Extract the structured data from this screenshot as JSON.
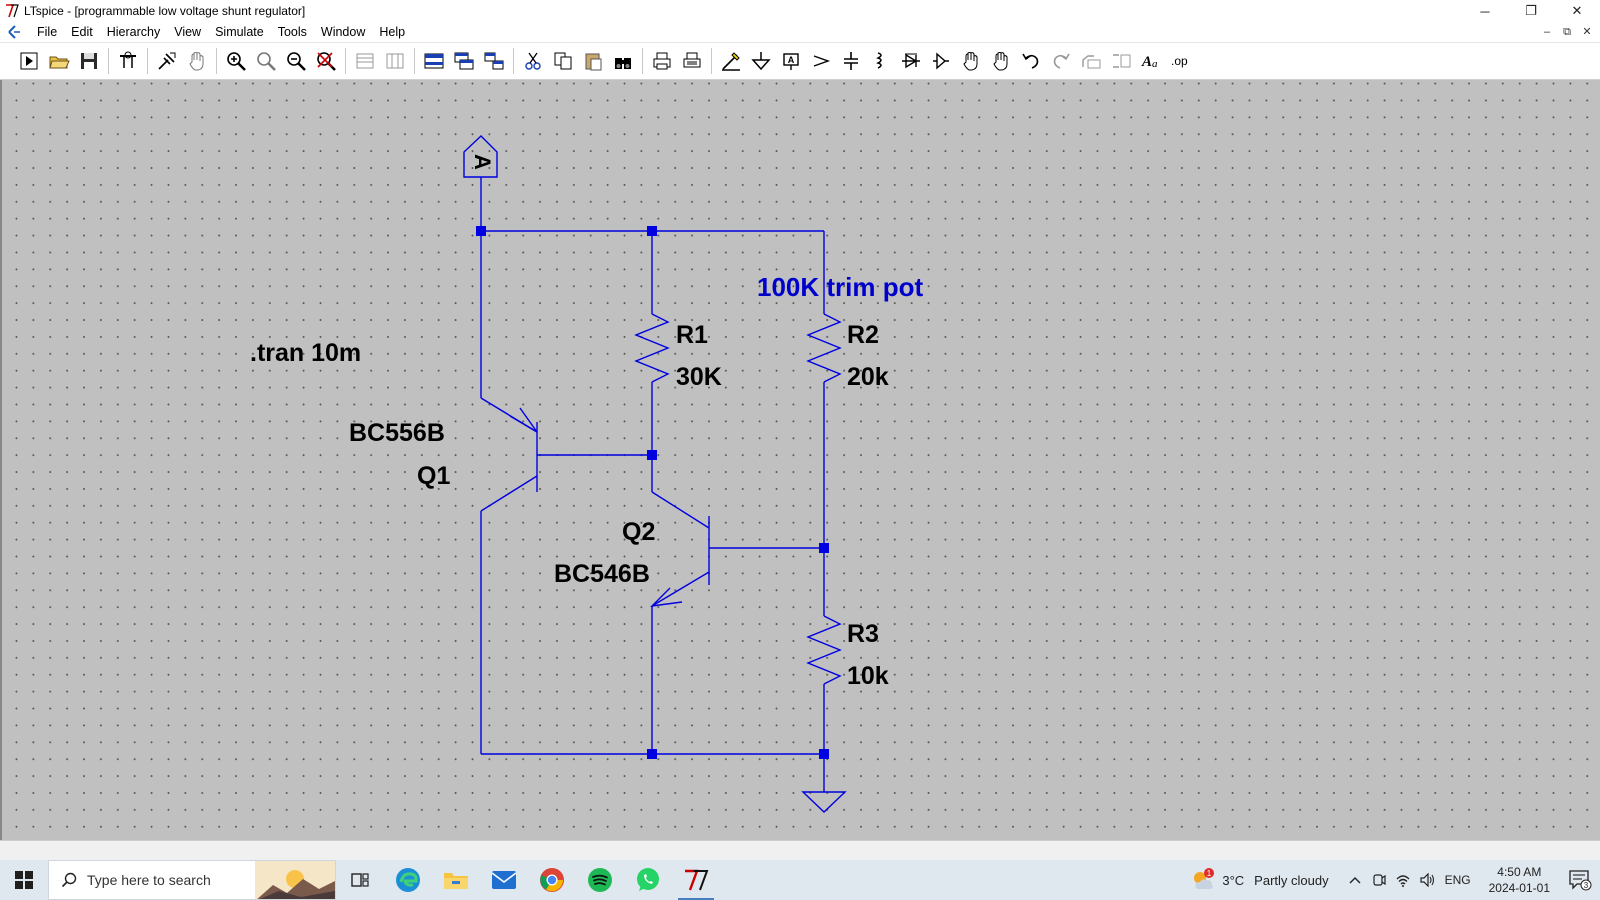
{
  "window": {
    "title": "LTspice - [programmable low voltage shunt regulator]",
    "controls": {
      "minimize": "─",
      "restore": "❐",
      "close": "✕"
    },
    "mdi_controls": {
      "minimize": "–",
      "restore": "⧉",
      "close": "✕"
    }
  },
  "menu": [
    "File",
    "Edit",
    "Hierarchy",
    "View",
    "Simulate",
    "Tools",
    "Window",
    "Help"
  ],
  "toolbar": {
    "groups": [
      [
        "run-icon",
        "open-icon",
        "save-icon"
      ],
      [
        "control-panel-icon"
      ],
      [
        "probe-icon",
        "pan-icon"
      ],
      [
        "zoom-in-icon",
        "zoom-fit-icon",
        "zoom-out-icon",
        "zoom-cancel-icon"
      ],
      [
        "tile-horizontal-icon",
        "tile-vertical-icon"
      ],
      [
        "cascade-icon",
        "tile-icon",
        "arrange-icon"
      ],
      [
        "cut-icon",
        "copy-icon",
        "paste-icon",
        "find-icon"
      ],
      [
        "print-icon",
        "print-preview-icon"
      ],
      [
        "wire-icon",
        "ground-icon",
        "label-net-icon",
        "resistor-icon",
        "capacitor-icon",
        "inductor-icon",
        "diode-icon",
        "component-icon",
        "move-icon",
        "drag-icon",
        "undo-icon",
        "redo-icon",
        "rotate-icon",
        "mirror-icon",
        "text-icon",
        "spice-directive-icon"
      ]
    ]
  },
  "schematic": {
    "directive": ".tran 10m",
    "comment": "100K trim pot",
    "net_label": "A",
    "components": {
      "r1": {
        "name": "R1",
        "value": "30K"
      },
      "r2": {
        "name": "R2",
        "value": "20k"
      },
      "r3": {
        "name": "R3",
        "value": "10k"
      },
      "q1": {
        "name": "Q1",
        "model": "BC556B"
      },
      "q2": {
        "name": "Q2",
        "model": "BC546B"
      }
    },
    "colors": {
      "wire": "#0000e0",
      "text": "#000000",
      "comment": "#0000cc",
      "background": "#c0c0c0"
    }
  },
  "taskbar": {
    "search_placeholder": "Type here to search",
    "apps": [
      "task-view-icon",
      "edge-icon",
      "file-explorer-icon",
      "mail-icon",
      "chrome-icon",
      "spotify-icon",
      "whatsapp-icon",
      "ltspice-icon"
    ],
    "weather": {
      "temp": "3°C",
      "condition": "Partly cloudy",
      "badge": "1"
    },
    "language": "ENG",
    "time": "4:50 AM",
    "date": "2024-01-01",
    "notifications": "3"
  }
}
